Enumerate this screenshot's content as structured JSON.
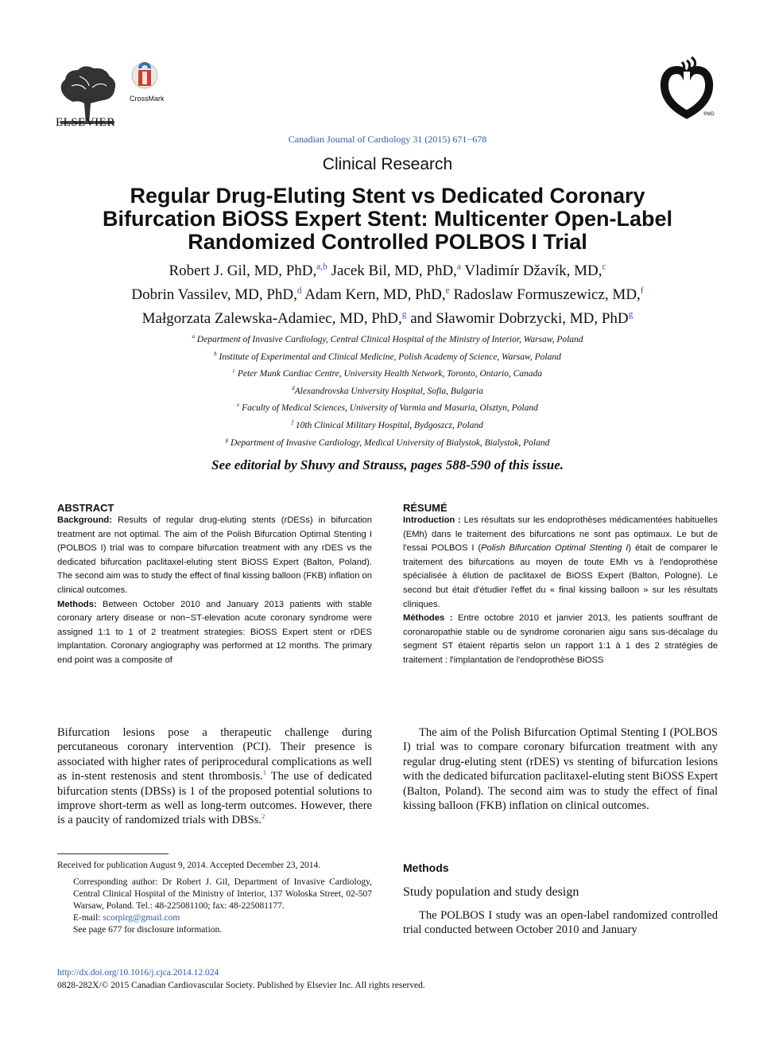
{
  "header": {
    "publisher": "ELSEVIER",
    "crossmark": "CrossMark",
    "cjc_mark": "®MD",
    "journal_line": "Canadian Journal of Cardiology 31 (2015) 671−678",
    "section": "Clinical Research"
  },
  "article": {
    "title_line1": "Regular Drug-Eluting Stent vs Dedicated Coronary",
    "title_line2": "Bifurcation BiOSS Expert Stent: Multicenter Open-Label",
    "title_line3": "Randomized Controlled POLBOS I Trial"
  },
  "authors": [
    {
      "name": "Robert J. Gil, MD, PhD,",
      "sup": "a,b"
    },
    {
      "name": "Jacek Bil, MD, PhD,",
      "sup": "a"
    },
    {
      "name": "Vladimír Džavík, MD,",
      "sup": "c"
    },
    {
      "name": "Dobrin Vassilev, MD, PhD,",
      "sup": "d"
    },
    {
      "name": "Adam Kern, MD, PhD,",
      "sup": "e"
    },
    {
      "name": "Radoslaw Formuszewicz, MD,",
      "sup": "f"
    },
    {
      "name": "Małgorzata Zalewska-Adamiec, MD, PhD,",
      "sup": "g"
    },
    {
      "name": "and Sławomir Dobrzycki, MD, PhD",
      "sup": "g"
    }
  ],
  "affiliations": [
    {
      "sup": "a",
      "text": "Department of Invasive Cardiology, Central Clinical Hospital of the Ministry of Interior, Warsaw, Poland"
    },
    {
      "sup": "b",
      "text": "Institute of Experimental and Clinical Medicine, Polish Academy of Science, Warsaw, Poland"
    },
    {
      "sup": "c",
      "text": "Peter Munk Cardiac Centre, University Health Network, Toronto, Ontario, Canada"
    },
    {
      "sup": "d",
      "text": "Alexandrovska University Hospital, Sofia, Bulgaria"
    },
    {
      "sup": "e",
      "text": "Faculty of Medical Sciences, University of Varmia and Masuria, Olsztyn, Poland"
    },
    {
      "sup": "f",
      "text": "10th Clinical Military Hospital, Bydgoszcz, Poland"
    },
    {
      "sup": "g",
      "text": "Department of Invasive Cardiology, Medical University of Bialystok, Bialystok, Poland"
    }
  ],
  "editorial_note": "See editorial by Shuvy and Strauss, pages 588-590 of this issue.",
  "abstract": {
    "heading": "ABSTRACT",
    "background_label": "Background:",
    "background_text_1": " Results of regular drug-eluting stents (rDESs) in bifurcation treatment are not optimal. The aim of the ",
    "background_text_2": " trial was to compare bifurcation treatment with any rDES vs the dedicated bifurcation paclitaxel-eluting stent BiOSS Expert (Balton, Poland). The second aim was to study the effect of final kissing balloon (FKB) inflation on clinical outcomes.",
    "trial_name": "Polish Bifurcation Optimal Stenting I (POLBOS I)",
    "methods_label": "Methods:",
    "methods_text": " Between October 2010 and January 2013 patients with stable coronary artery disease or non−ST-elevation acute coronary syndrome were assigned 1:1 to 1 of 2 treatment strategies: BiOSS Expert stent or rDES implantation. Coronary angiography was performed at 12 months. The primary end point was a composite of"
  },
  "resume": {
    "heading": "RÉSUMÉ",
    "intro_label": "Introduction :",
    "intro_text_1": " Les résultats sur les endoprothèses médicamentées habituelles (EMh) dans le traitement des bifurcations ne sont pas optimaux. Le but de l'essai POLBOS I (",
    "intro_trial": "Polish Bifurcation Optimal Stenting I",
    "intro_text_2": ") était de comparer le traitement des bifurcations au moyen de toute EMh vs à l'endoprothèse spécialisée à élution de paclitaxel de BiOSS Expert (Balton, Pologne). Le second but était d'étudier l'effet du « final kissing balloon » sur les résultats cliniques.",
    "methods_label": "Méthodes :",
    "methods_text": " Entre octobre 2010 et janvier 2013, les patients souffrant de coronaropathie stable ou de syndrome coronarien aigu sans sus-décalage du segment ST étaient répartis selon un rapport 1:1 à 1 des 2 stratégies de traitement : l'implantation de l'endoprothèse BiOSS"
  },
  "intro": {
    "left_1": "Bifurcation lesions pose a therapeutic challenge during percutaneous coronary intervention (PCI). Their presence is associated with higher rates of periprocedural complications as well as in-stent restenosis and stent thrombosis.",
    "ref1": "1",
    "left_2": " The use of dedicated bifurcation stents (DBSs) is 1 of the proposed potential solutions to improve short-term as well as long-term outcomes. However, there is a paucity of randomized trials with DBSs.",
    "ref2": "2",
    "right": "The aim of the Polish Bifurcation Optimal Stenting I (POLBOS I) trial was to compare coronary bifurcation treatment with any regular drug-eluting stent (rDES) vs stenting of bifurcation lesions with the dedicated bifurcation paclitaxel-eluting stent BiOSS Expert (Balton, Poland). The second aim was to study the effect of final kissing balloon (FKB) inflation on clinical outcomes."
  },
  "footnotes": {
    "received": "Received for publication August 9, 2014. Accepted December 23, 2014.",
    "corresponding": "Corresponding author: Dr Robert J. Gil, Department of Invasive Cardiology, Central Clinical Hospital of the Ministry of Interior, 137 Woloska Street, 02-507 Warsaw, Poland. Tel.: 48-225081100; fax: 48-225081177.",
    "email_label": "E-mail: ",
    "email": "scorpirg@gmail.com",
    "disclosure": "See page 677 for disclosure information."
  },
  "methods": {
    "heading": "Methods",
    "subheading": "Study population and study design",
    "text": "The POLBOS I study was an open-label randomized controlled trial conducted between October 2010 and January"
  },
  "footer": {
    "doi": "http://dx.doi.org/10.1016/j.cjca.2014.12.024",
    "copyright": "0828-282X/© 2015 Canadian Cardiovascular Society. Published by Elsevier Inc. All rights reserved."
  }
}
